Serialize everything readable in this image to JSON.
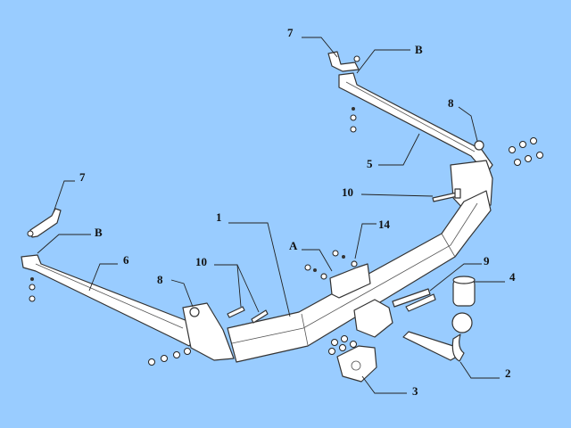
{
  "diagram": {
    "background": "#99ccff",
    "labels": [
      {
        "id": "7",
        "text": "7"
      },
      {
        "id": "B",
        "text": "B"
      },
      {
        "id": "8",
        "text": "8"
      },
      {
        "id": "5",
        "text": "5"
      },
      {
        "id": "10",
        "text": "10"
      },
      {
        "id": "1",
        "text": "1"
      },
      {
        "id": "14",
        "text": "14"
      },
      {
        "id": "A",
        "text": "A"
      },
      {
        "id": "9",
        "text": "9"
      },
      {
        "id": "4",
        "text": "4"
      },
      {
        "id": "7b",
        "text": "7"
      },
      {
        "id": "Bb",
        "text": "B"
      },
      {
        "id": "6",
        "text": "6"
      },
      {
        "id": "8b",
        "text": "8"
      },
      {
        "id": "10b",
        "text": "10"
      },
      {
        "id": "3",
        "text": "3"
      },
      {
        "id": "2",
        "text": "2"
      }
    ]
  }
}
